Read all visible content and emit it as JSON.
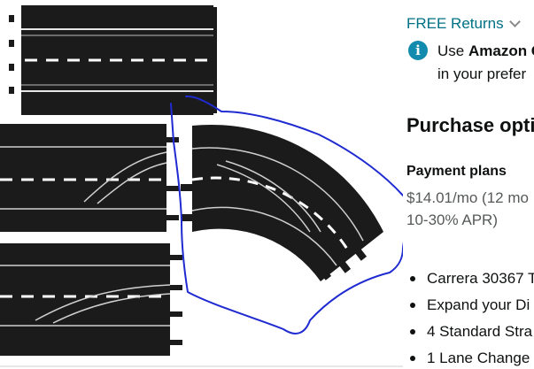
{
  "returns": {
    "label": "FREE Returns"
  },
  "info": {
    "prefix": "Use ",
    "bold": "Amazon C",
    "line2": "in your prefer"
  },
  "purchase": {
    "title": "Purchase opti"
  },
  "payment": {
    "label": "Payment plans",
    "price": "$14.01/mo (12 mo",
    "apr": "10-30% APR)"
  },
  "features": [
    "Carrera 30367 T",
    "Expand your Di",
    "4 Standard Stra",
    "1 Lane Change"
  ],
  "colors": {
    "link": "#007185",
    "info_icon": "#138bae",
    "annotation": "#1f2bd1",
    "track": "#1b1b1b"
  }
}
